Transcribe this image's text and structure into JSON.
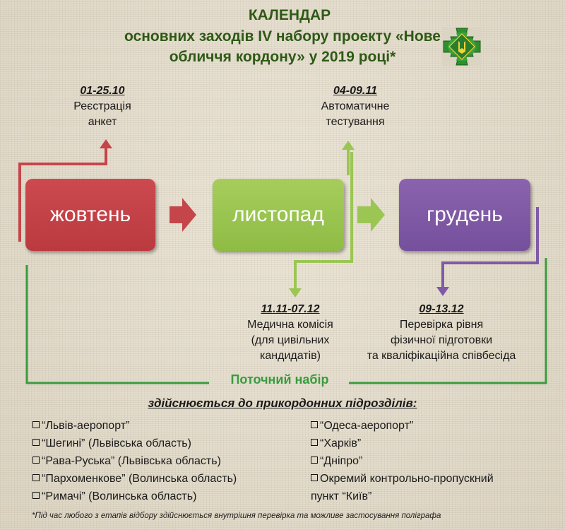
{
  "title": {
    "line1": "КАЛЕНДАР",
    "line2": "основних заходів IV набору проекту «Нове",
    "line3": "обличчя кордону» у 2019 році*"
  },
  "months": {
    "october": "жовтень",
    "november": "листопад",
    "december": "грудень"
  },
  "stages": {
    "registration": {
      "date": "01-25.10",
      "line1": "Реєстрація",
      "line2": "анкет"
    },
    "testing": {
      "date": "04-09.11",
      "line1": "Автоматичне",
      "line2": "тестування"
    },
    "medical": {
      "date": "11.11-07.12",
      "line1": "Медична комісія",
      "line2": "(для цивільних",
      "line3": "кандидатів)"
    },
    "physical": {
      "date": "09-13.12",
      "line1": "Перевірка рівня",
      "line2": "фізичної підготовки",
      "line3": "та кваліфікаційна співбесіда"
    }
  },
  "current_recruitment": "Поточний набір",
  "carried_out_label": "здійснюється до прикордонних підрозділів:",
  "units_left": [
    "“Львів-аеропорт”",
    "“Шегині” (Львівська область)",
    "“Рава-Руська” (Львівська область)",
    "“Пархоменкове” (Волинська область)",
    "“Римачі” (Волинська область)"
  ],
  "units_right": [
    "“Одеса-аеропорт”",
    "“Харків”",
    "“Дніпро”",
    "Окремий контрольно-пропускний",
    "пункт “Київ”"
  ],
  "footnote": "*Під час любого з етапів відбору здійснюється внутрішня перевірка та можливе застосування поліграфа",
  "colors": {
    "title_green": "#2e5916",
    "october": "#c4454a",
    "november": "#9bc653",
    "december": "#7f5aa6",
    "frame_green": "#3a9b3f",
    "background": "#e6dfd0"
  },
  "icons": {
    "emblem": "border-guard-emblem-icon",
    "checkbox": "checkbox-icon"
  }
}
